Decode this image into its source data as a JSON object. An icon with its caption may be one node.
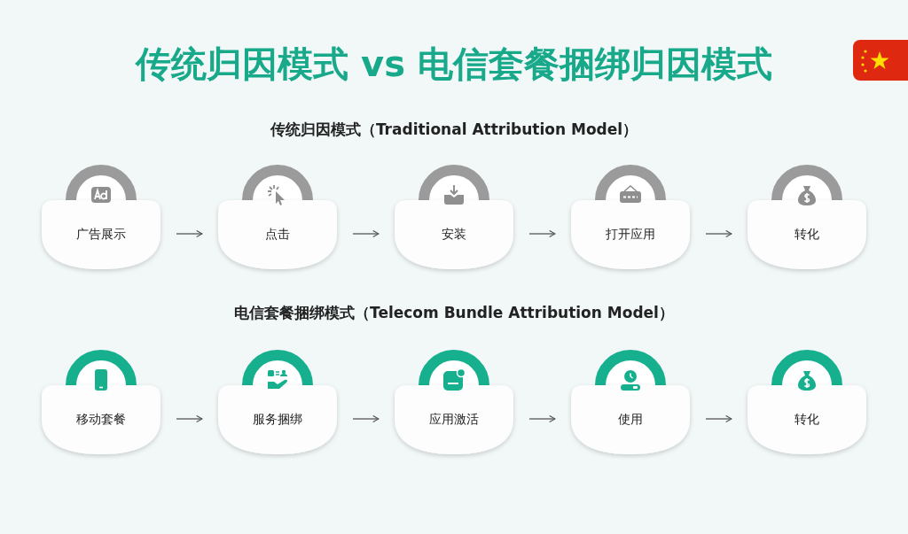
{
  "diagram": {
    "title": "传统归因模式 vs 电信套餐捆绑归因模式",
    "nodes": [
      {
        "text": [
          "广告展示"
        ]
      },
      {
        "text": [
          "点击"
        ]
      },
      {
        "text": [
          "安装"
        ]
      },
      {
        "text": [
          "打开应用"
        ]
      },
      {
        "text": [
          "转化"
        ]
      },
      {
        "text": [
          "移动套餐"
        ]
      },
      {
        "text": [
          "服务捆绑"
        ]
      },
      {
        "text": [
          "应用激活"
        ]
      },
      {
        "text": [
          "使用"
        ]
      },
      {
        "text": [
          "转化"
        ]
      }
    ],
    "edges": [
      {
        "from": 0,
        "to": 1,
        "arrow": "to"
      },
      {
        "from": 1,
        "to": 2,
        "arrow": "to"
      },
      {
        "from": 2,
        "to": 3,
        "arrow": "to"
      },
      {
        "from": 3,
        "to": 4,
        "arrow": "to"
      },
      {
        "from": 5,
        "to": 6,
        "arrow": "to"
      },
      {
        "from": 6,
        "to": 7,
        "arrow": "to"
      },
      {
        "from": 7,
        "to": 8,
        "arrow": "to"
      },
      {
        "from": 8,
        "to": 9,
        "arrow": "to"
      }
    ],
    "labels": [
      "传统归因模式（Traditional Attribution Model）",
      "电信套餐捆绑模式（Telecom Bundle Attribution Model）"
    ]
  }
}
